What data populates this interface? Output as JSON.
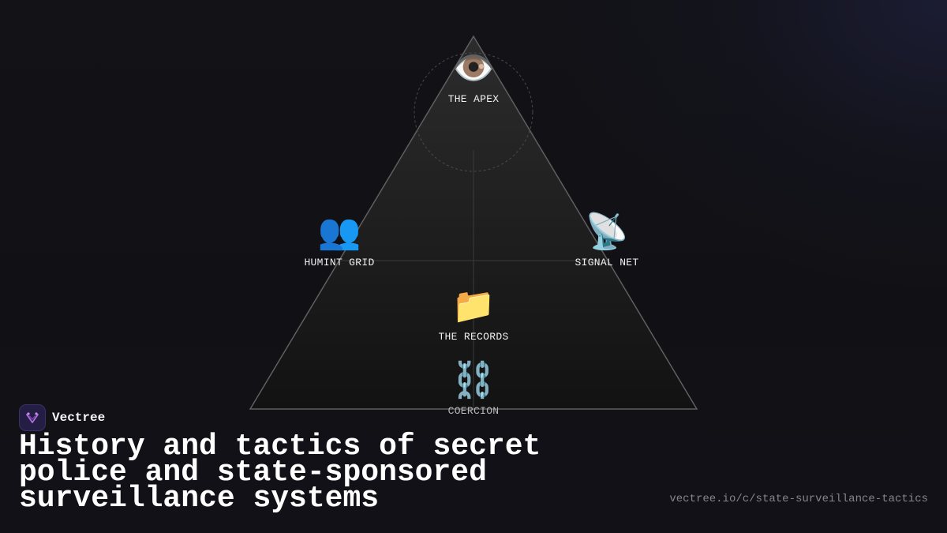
{
  "diagram": {
    "nodes": [
      {
        "id": "apex",
        "icon": "eye-icon",
        "glyph": "👁️",
        "label": "THE APEX"
      },
      {
        "id": "humint",
        "icon": "people-icon",
        "glyph": "👥",
        "label": "HUMINT GRID"
      },
      {
        "id": "signal",
        "icon": "satellite-dish-icon",
        "glyph": "📡",
        "label": "SIGNAL NET"
      },
      {
        "id": "records",
        "icon": "folder-icon",
        "glyph": "📁",
        "label": "THE RECORDS"
      },
      {
        "id": "coercion",
        "icon": "chain-icon",
        "glyph": "⛓️",
        "label": "COERCION"
      }
    ]
  },
  "brand": {
    "name": "Vectree",
    "logo_icon": "vectree-logo-icon",
    "accent": "#b06bdc"
  },
  "title": "History and tactics of secret police and state-sponsored surveillance systems",
  "url": "vectree.io/c/state-surveillance-tactics",
  "colors": {
    "background": "#111116",
    "triangle_fill_top": "#2b2b2b",
    "triangle_fill_bottom": "#111111",
    "triangle_stroke": "#5a5a5a",
    "text": "#ffffff",
    "muted": "#85858b"
  }
}
